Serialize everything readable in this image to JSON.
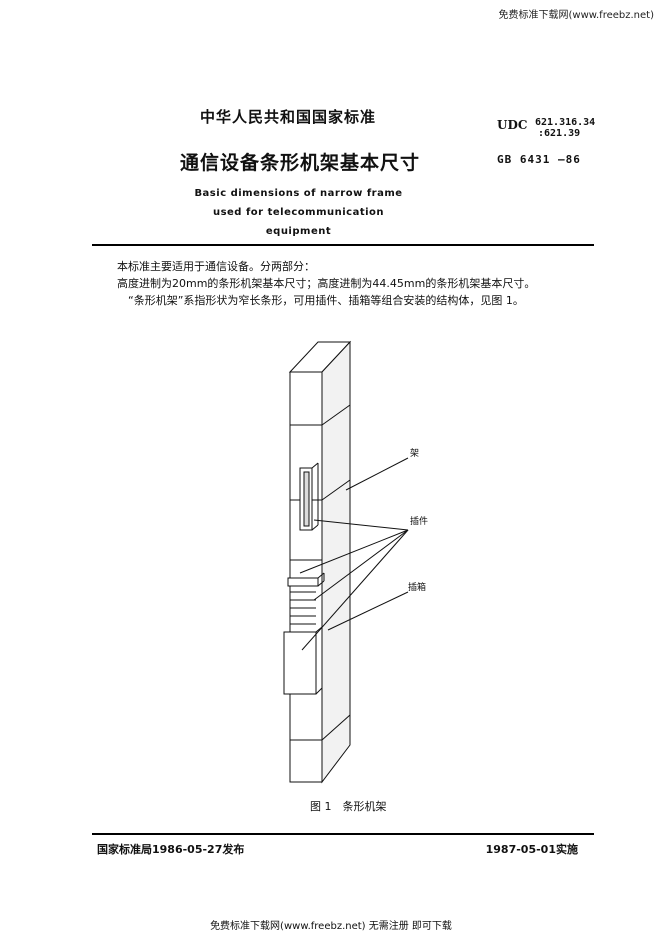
{
  "watermark_top": "免费标准下载网(www.freebz.net)",
  "header": {
    "national_standard": "中华人民共和国国家标准",
    "udc_label": "UDC",
    "udc_code_1": "621.316.34",
    "udc_code_2": ":621.39",
    "gb_number": "GB 6431 —86"
  },
  "title": {
    "cn": "通信设备条形机架基本尺寸",
    "en_line1": "Basic dimensions of narrow frame",
    "en_line2": "used for telecommunication equipment"
  },
  "body": {
    "line1": "本标准主要适用于通信设备。分两部分：",
    "line2": "高度进制为20mm的条形机架基本尺寸；高度进制为44.45mm的条形机架基本尺寸。",
    "line3": "“条形机架”系指形状为窄长条形，可用插件、插箱等组合安装的结构体，见图 1。"
  },
  "figure": {
    "label_frame": "架",
    "label_plugin": "插件",
    "label_box": "插箱",
    "caption": "图 1　条形机架"
  },
  "footer": {
    "issued": "国家标准局1986-05-27发布",
    "effective": "1987-05-01实施"
  },
  "watermark_bottom": "免费标准下载网(www.freebz.net) 无需注册 即可下载"
}
